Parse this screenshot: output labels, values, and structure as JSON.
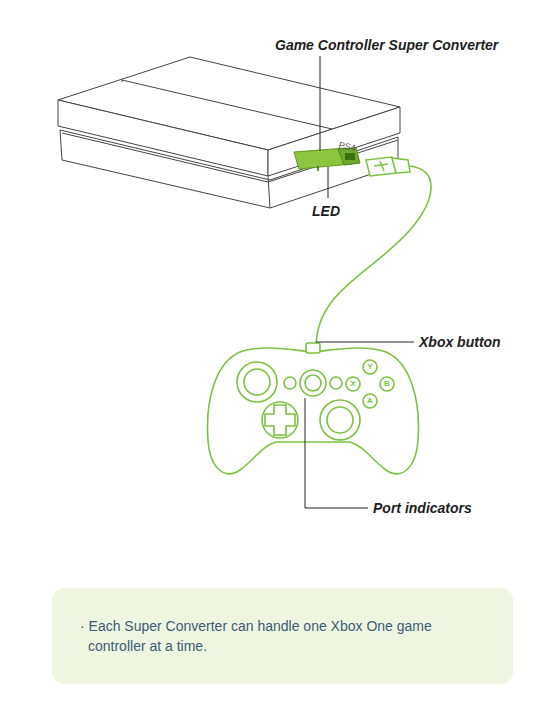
{
  "diagram": {
    "nodes": [
      {
        "text": [
          "· Each Super Converter can handle one Xbox One game controller at a time."
        ]
      }
    ],
    "labels": [
      "Game Controller Super Converter",
      "PS4",
      "LED",
      "Y",
      "X",
      "B",
      "A",
      "Xbox button",
      "Port indicators"
    ]
  }
}
